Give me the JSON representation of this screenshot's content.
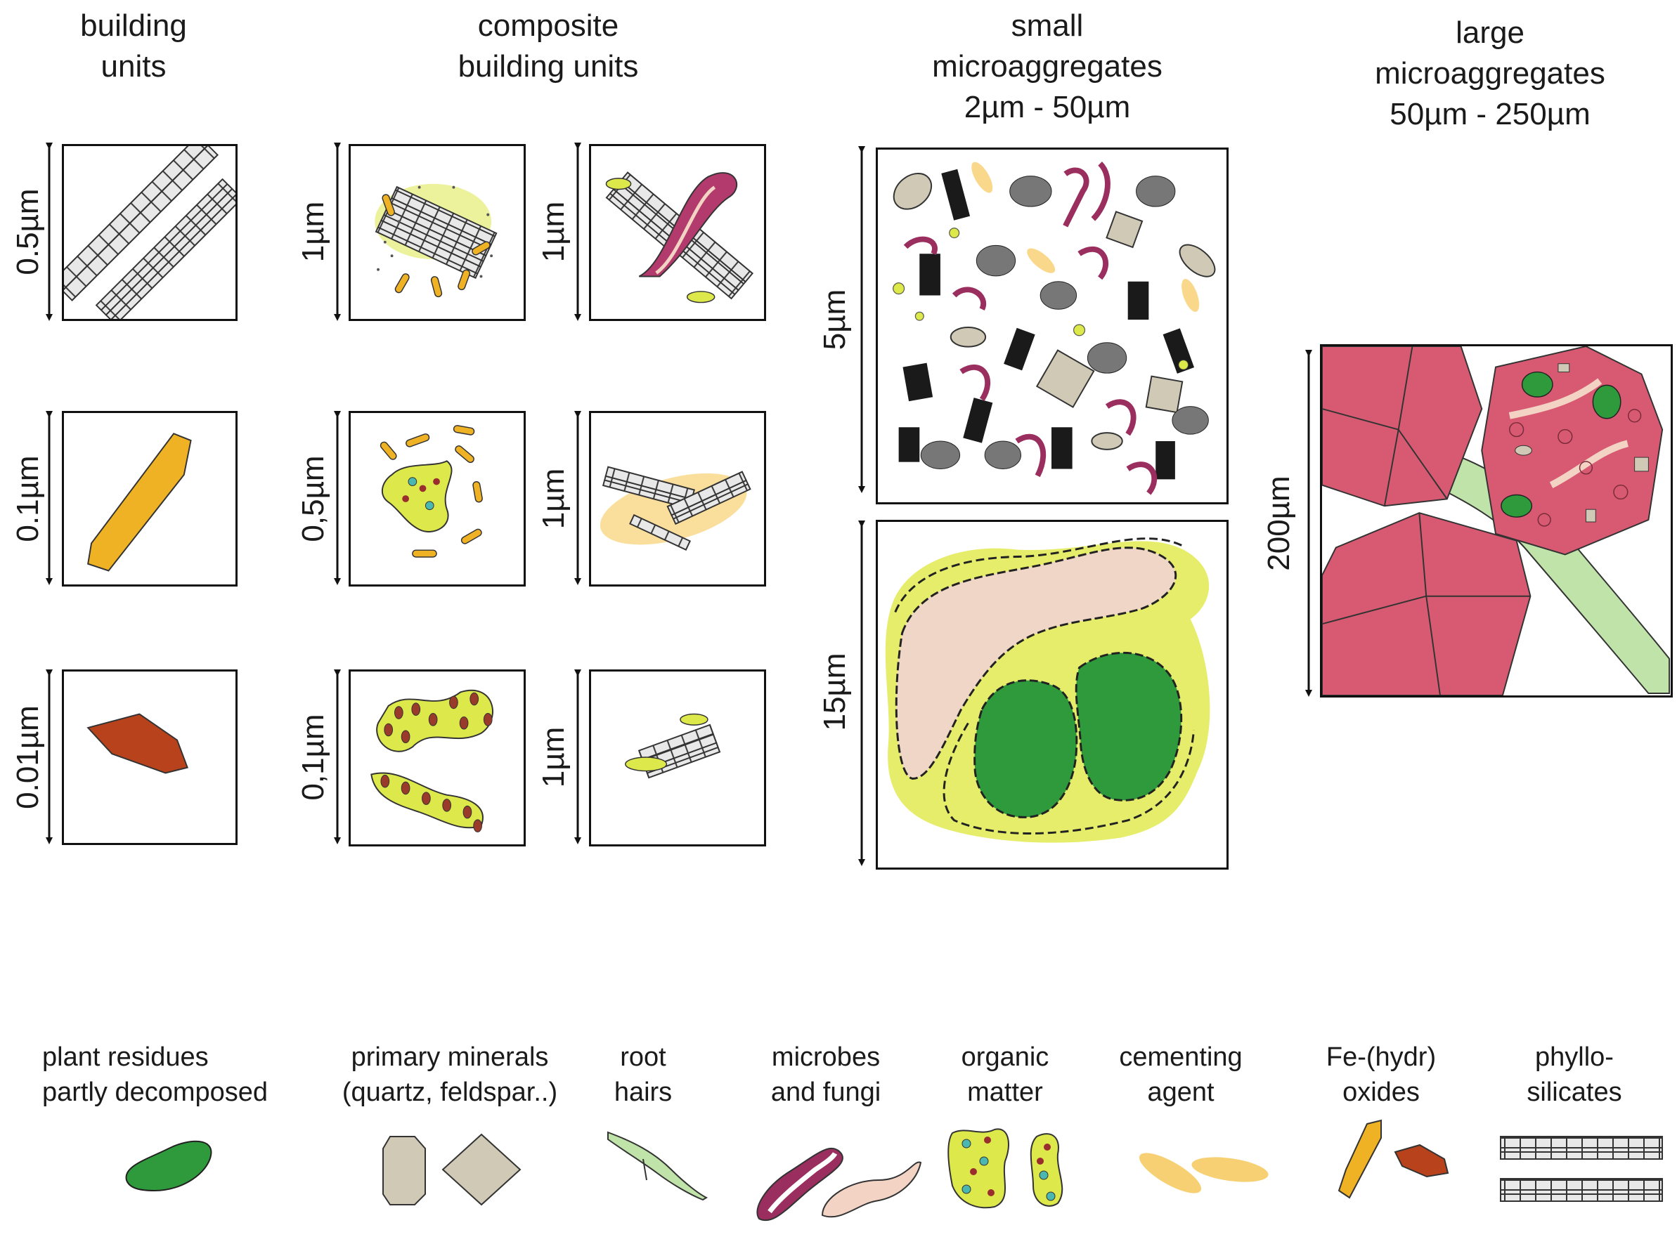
{
  "headers": {
    "building_units": [
      "building",
      "units"
    ],
    "composite_units": [
      "composite",
      "building  units"
    ],
    "small_micro": [
      "small",
      "microaggregates",
      "2µm  - 50µm"
    ],
    "large_micro": [
      "large",
      "microaggregates",
      "50µm  - 250µm"
    ]
  },
  "dimensions": {
    "bu_row1": "0.5µm",
    "bu_row2": "0.1µm",
    "bu_row3": "0.01µm",
    "cbu_a_row1": "1µm",
    "cbu_b_row1": "1µm",
    "cbu_a_row2": "0,5µm",
    "cbu_b_row2": "1µm",
    "cbu_a_row3": "0,1µm",
    "cbu_b_row3": "1µm",
    "small_top": "5µm",
    "small_bottom": "15µm",
    "large": "200µm"
  },
  "legend": [
    {
      "lines": [
        "plant residues",
        "partly decomposed"
      ],
      "icon": "plant-residue-icon"
    },
    {
      "lines": [
        "primary minerals",
        "(quartz, feldspar..)"
      ],
      "icon": "primary-mineral-icon"
    },
    {
      "lines": [
        "root",
        "hairs"
      ],
      "icon": "root-hair-icon"
    },
    {
      "lines": [
        "microbes",
        "and fungi"
      ],
      "icon": "microbe-icon"
    },
    {
      "lines": [
        "organic",
        "matter"
      ],
      "icon": "organic-matter-icon"
    },
    {
      "lines": [
        "cementing",
        "agent"
      ],
      "icon": "cementing-agent-icon"
    },
    {
      "lines": [
        "Fe-(hydr)",
        "oxides"
      ],
      "icon": "fe-oxide-icon"
    },
    {
      "lines": [
        "phyllo-",
        "silicates"
      ],
      "icon": "phyllosilicate-icon"
    }
  ],
  "colors": {
    "plant_residue": "#2e9a3c",
    "primary_mineral": "#cfc9b6",
    "root_hair": "#bfe3a8",
    "microbe": "#9a2e5e",
    "fungi": "#f3d3c4",
    "organic_matter": "#dde84a",
    "cementing_agent": "#f6c85a",
    "fe_oxide_goethite": "#f0b225",
    "fe_oxide_hematite": "#b8421c",
    "phyllosilicate": "#e8e8e8",
    "aggregate_pink": "#d85a72"
  }
}
